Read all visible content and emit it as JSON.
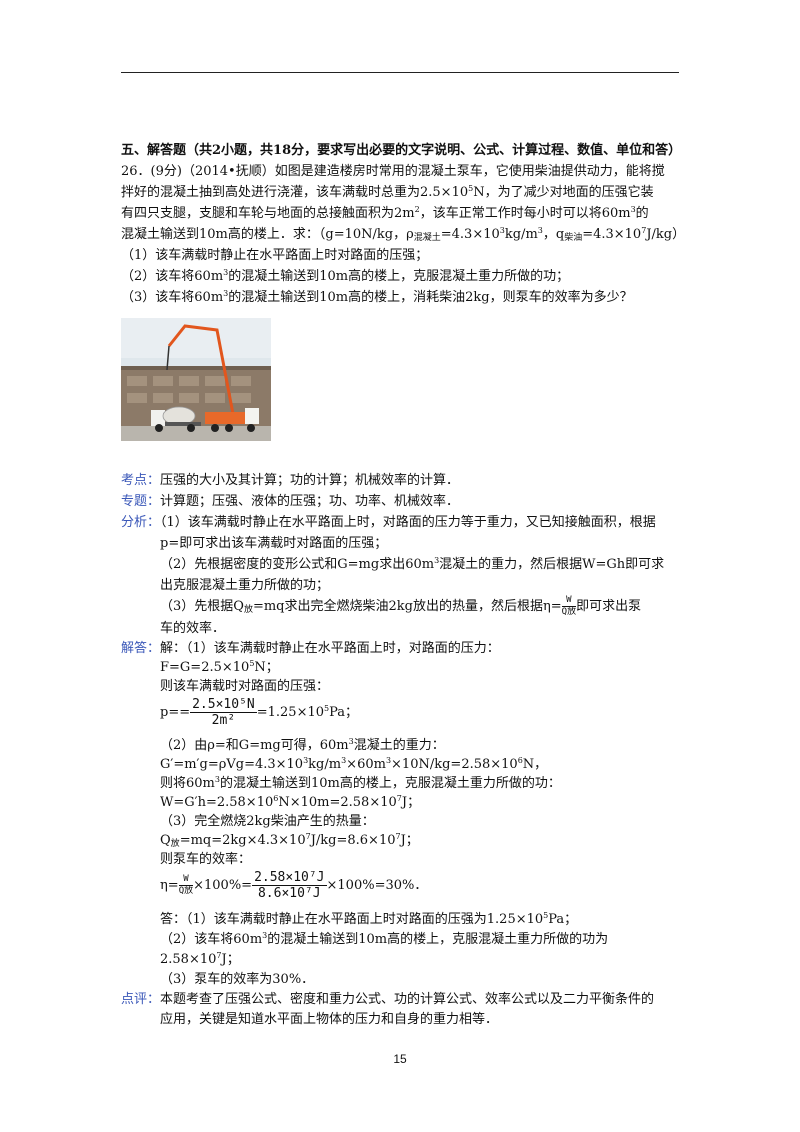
{
  "section_title": "五、解答题（共2小题，共18分，要求写出必要的文字说明、公式、计算过程、数值、单位和答）",
  "problem": {
    "l1_a": "26．(9分)（2014•抚顺）如图是建造楼房时常用的混凝土泵车，它使用柴油提供动力，能将搅",
    "l2_a": "拌好的混凝土抽到高处进行浇灌，该车满载时总重为2.5×10",
    "l2_sup": "5",
    "l2_b": "N，为了减少对地面的压强它装",
    "l3_a": "有四只支腿，支腿和车轮与地面的总接触面积为2m",
    "l3_sup": "2",
    "l3_b": "，该车正常工作时每小时可以将60m",
    "l3_sup2": "3",
    "l3_c": "的",
    "l4_a": "混凝土输送到10m高的楼上．求：（g=10N/kg，ρ",
    "l4_sub1": "混凝土",
    "l4_b": "=4.3×10",
    "l4_sup1": "3",
    "l4_c": "kg/m",
    "l4_sup2": "3",
    "l4_d": "，q",
    "l4_sub2": "柴油",
    "l4_e": "=4.3×10",
    "l4_sup3": "7",
    "l4_f": "J/kg）",
    "q1": "（1）该车满载时静止在水平路面上时对路面的压强；",
    "q2_a": "（2）该车将60m",
    "q2_sup": "3",
    "q2_b": "的混凝土输送到10m高的楼上，克服混凝土重力所做的功；",
    "q3_a": "（3）该车将60m",
    "q3_sup": "3",
    "q3_b": "的混凝土输送到10m高的楼上，消耗柴油2kg，则泵车的效率为多少？"
  },
  "labels": {
    "kaodian": "考点：",
    "zhuanti": "专题：",
    "fenxi": "分析：",
    "jieda": "解答：",
    "dianping": "点评："
  },
  "kaodian": "压强的大小及其计算；功的计算；机械效率的计算．",
  "zhuanti": "计算题；压强、液体的压强；功、功率、机械效率．",
  "fenxi": {
    "a1": "（1）该车满载时静止在水平路面上时，对路面的压力等于重力，又已知接触面积，根据",
    "a2": "p=即可求出该车满载时对路面的压强；",
    "a3_a": "（2）先根据密度的变形公式和G=mg求出60m",
    "a3_sup": "3",
    "a3_b": "混凝土的重力，然后根据W=Gh即可求",
    "a4": "出克服混凝土重力所做的功；",
    "a5_a": "（3）先根据Q",
    "a5_sub": "放",
    "a5_b": "=mq求出完全燃烧柴油2kg放出的热量，然后根据η=",
    "a5_num": "W",
    "a5_den": "Q放",
    "a5_c": "即可求出泵",
    "a6": "车的效率．"
  },
  "jieda": {
    "s1": "解：（1）该车满载时静止在水平路面上时，对路面的压力：",
    "s2_a": "F=G=2.5×10",
    "s2_sup": "5",
    "s2_b": "N；",
    "s3": "则该车满载时对路面的压强：",
    "s4_a": "p==",
    "s4_num": "2.5×10⁵N",
    "s4_den": "2m²",
    "s4_b": "=1.25×10",
    "s4_sup": "5",
    "s4_c": "Pa；",
    "s5_a": "（2）由ρ=和G=mg可得，60m",
    "s5_sup": "3",
    "s5_b": "混凝土的重力：",
    "s6_a": "G′=m′g=ρVg=4.3×10",
    "s6_sup1": "3",
    "s6_b": "kg/m",
    "s6_sup2": "3",
    "s6_c": "×60m",
    "s6_sup3": "3",
    "s6_d": "×10N/kg=2.58×10",
    "s6_sup4": "6",
    "s6_e": "N，",
    "s7_a": "则将60m",
    "s7_sup": "3",
    "s7_b": "的混凝土输送到10m高的楼上，克服混凝土重力所做的功：",
    "s8_a": "W=G′h=2.58×10",
    "s8_sup1": "6",
    "s8_b": "N×10m=2.58×10",
    "s8_sup2": "7",
    "s8_c": "J；",
    "s9": "（3）完全燃烧2kg柴油产生的热量：",
    "s10_a": "Q",
    "s10_sub": "放",
    "s10_b": "=mq=2kg×4.3×10",
    "s10_sup1": "7",
    "s10_c": "J/kg=8.6×10",
    "s10_sup2": "7",
    "s10_d": "J；",
    "s11": "则泵车的效率：",
    "s12_a": "η=",
    "s12_num1": "W",
    "s12_den1": "Q放",
    "s12_b": "×100%=",
    "s12_num2": "2.58×10⁷J",
    "s12_den2": "8.6×10⁷J",
    "s12_c": "×100%=30%．",
    "s13_a": "答：（1）该车满载时静止在水平路面上时对路面的压强为1.25×10",
    "s13_sup": "5",
    "s13_b": "Pa；",
    "s14_a": "（2）该车将60m",
    "s14_sup": "3",
    "s14_b": "的混凝土输送到10m高的楼上，克服混凝土重力所做的功为",
    "s15_a": "2.58×10",
    "s15_sup": "7",
    "s15_b": "J；",
    "s16": "（3）泵车的效率为30%．"
  },
  "dianping": {
    "d1": "本题考查了压强公式、密度和重力公式、功的计算公式、效率公式以及二力平衡条件的",
    "d2": "应用，关键是知道水平面上物体的压力和自身的重力相等．"
  },
  "page_number": "15"
}
